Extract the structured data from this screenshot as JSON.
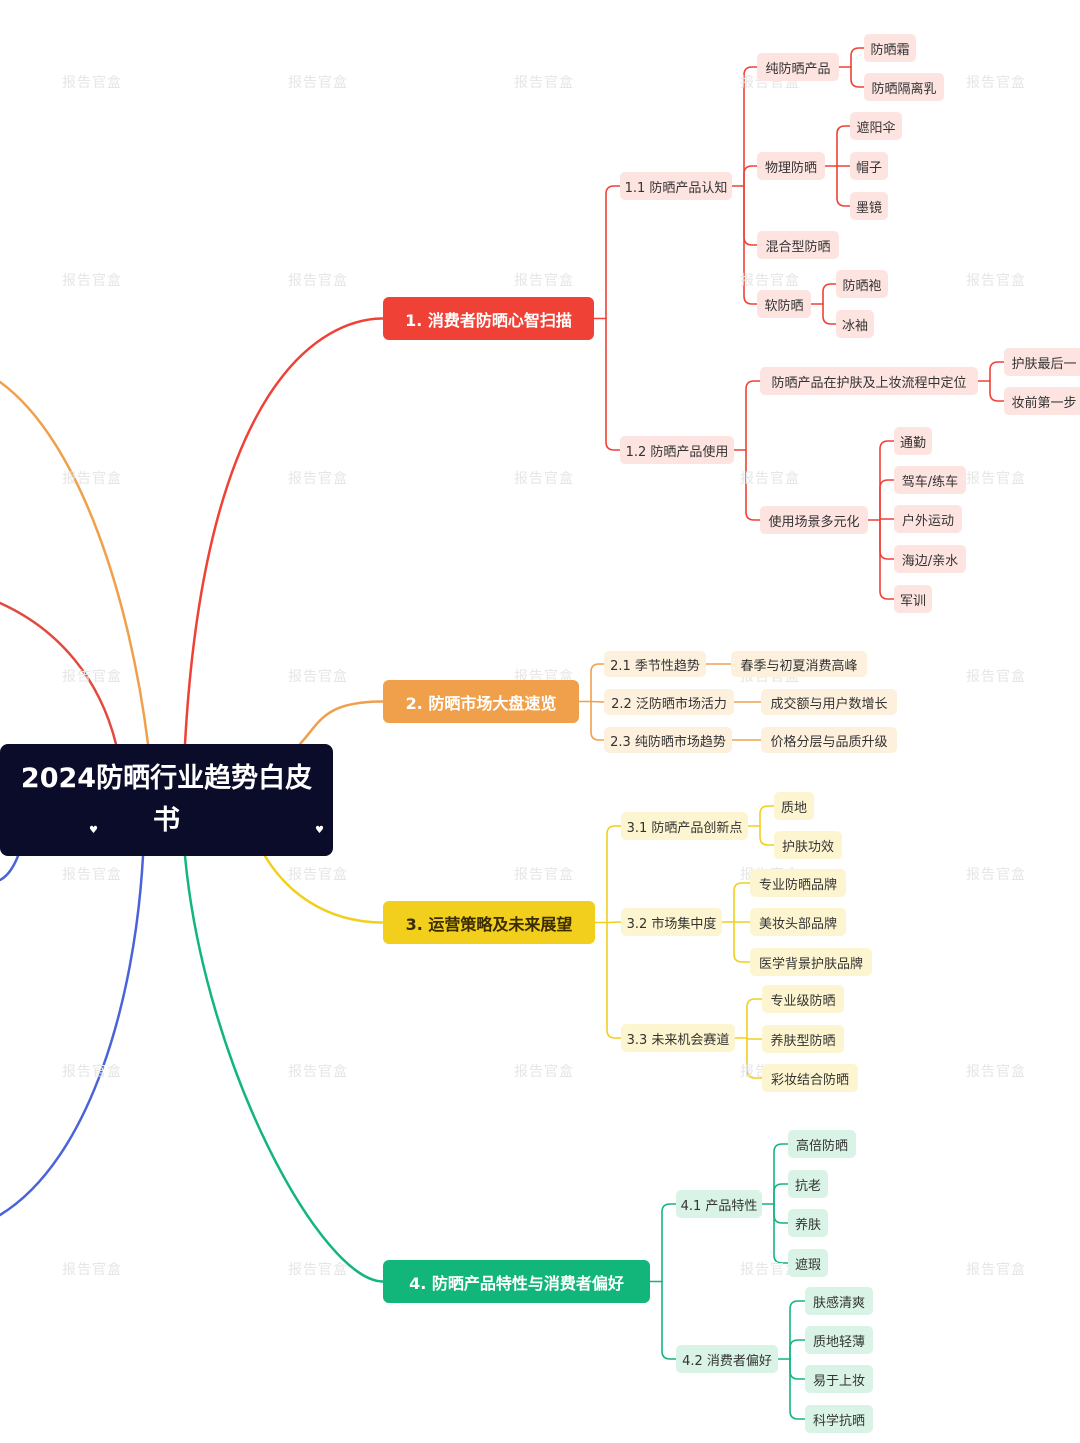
{
  "title": "2024防晒行业趋势白皮书",
  "watermark": "报告官盒",
  "colors": {
    "root_bg": "#0b0c2a",
    "red": "#ef4136",
    "red_light": "#fde4e1",
    "orange": "#f0a04b",
    "orange_light": "#fdf0dd",
    "yellow": "#f2cf1d",
    "yellow_light": "#fdf5d0",
    "green": "#13b67a",
    "green_light": "#d9f4e6",
    "blue": "#4a63d8",
    "offscreen_red": "#e14a3c"
  },
  "branches": [
    {
      "label": "1. 消费者防晒心智扫描",
      "children": [
        {
          "label": "1.1 防晒产品认知",
          "children": [
            {
              "label": "纯防晒产品",
              "children": [
                {
                  "label": "防晒霜"
                },
                {
                  "label": "防晒隔离乳"
                }
              ]
            },
            {
              "label": "物理防晒",
              "children": [
                {
                  "label": "遮阳伞"
                },
                {
                  "label": "帽子"
                },
                {
                  "label": "墨镜"
                }
              ]
            },
            {
              "label": "混合型防晒"
            },
            {
              "label": "软防晒",
              "children": [
                {
                  "label": "防晒袍"
                },
                {
                  "label": "冰袖"
                }
              ]
            }
          ]
        },
        {
          "label": "1.2 防晒产品使用",
          "children": [
            {
              "label": "防晒产品在护肤及上妆流程中定位",
              "children": [
                {
                  "label": "护肤最后一"
                },
                {
                  "label": "妆前第一步"
                }
              ]
            },
            {
              "label": "使用场景多元化",
              "children": [
                {
                  "label": "通勤"
                },
                {
                  "label": "驾车/练车"
                },
                {
                  "label": "户外运动"
                },
                {
                  "label": "海边/亲水"
                },
                {
                  "label": "军训"
                }
              ]
            }
          ]
        }
      ]
    },
    {
      "label": "2. 防晒市场大盘速览",
      "children": [
        {
          "label": "2.1 季节性趋势",
          "children": [
            {
              "label": "春季与初夏消费高峰"
            }
          ]
        },
        {
          "label": "2.2 泛防晒市场活力",
          "children": [
            {
              "label": "成交额与用户数增长"
            }
          ]
        },
        {
          "label": "2.3 纯防晒市场趋势",
          "children": [
            {
              "label": "价格分层与品质升级"
            }
          ]
        }
      ]
    },
    {
      "label": "3. 运营策略及未来展望",
      "children": [
        {
          "label": "3.1 防晒产品创新点",
          "children": [
            {
              "label": "质地"
            },
            {
              "label": "护肤功效"
            }
          ]
        },
        {
          "label": "3.2 市场集中度",
          "children": [
            {
              "label": "专业防晒品牌"
            },
            {
              "label": "美妆头部品牌"
            },
            {
              "label": "医学背景护肤品牌"
            }
          ]
        },
        {
          "label": "3.3 未来机会赛道",
          "children": [
            {
              "label": "专业级防晒"
            },
            {
              "label": "养肤型防晒"
            },
            {
              "label": "彩妆结合防晒"
            }
          ]
        }
      ]
    },
    {
      "label": "4. 防晒产品特性与消费者偏好",
      "children": [
        {
          "label": "4.1 产品特性",
          "children": [
            {
              "label": "高倍防晒"
            },
            {
              "label": "抗老"
            },
            {
              "label": "养肤"
            },
            {
              "label": "遮瑕"
            }
          ]
        },
        {
          "label": "4.2 消费者偏好",
          "children": [
            {
              "label": "肤感清爽"
            },
            {
              "label": "质地轻薄"
            },
            {
              "label": "易于上妆"
            },
            {
              "label": "科学抗晒"
            }
          ]
        }
      ]
    }
  ]
}
